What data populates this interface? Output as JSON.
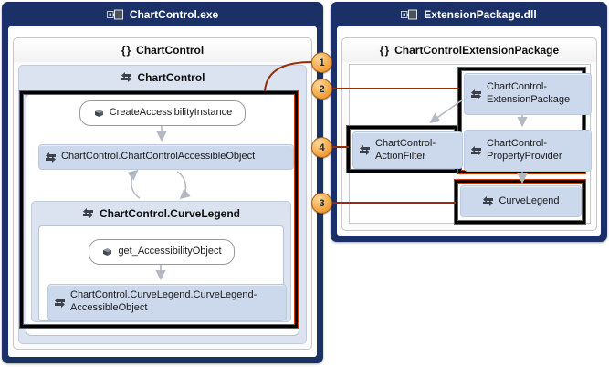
{
  "left_panel": {
    "title": "ChartControl.exe",
    "title_icon": "assembly-icon",
    "namespace": {
      "icon_glyph": "{}",
      "label": "ChartControl"
    },
    "class_group": {
      "label": "ChartControl"
    },
    "members": {
      "create_accessibility_instance": {
        "label": "CreateAccessibilityInstance"
      },
      "chart_control_accessible_object": {
        "label": "ChartControl.ChartControlAccessibleObject"
      },
      "curve_legend_group": {
        "label": "ChartControl.CurveLegend"
      },
      "get_accessibility_object": {
        "label": "get_AccessibilityObject"
      },
      "curve_legend_accessible_object": {
        "label": "ChartControl.CurveLegend.CurveLegend-AccessibleObject"
      }
    }
  },
  "right_panel": {
    "title": "ExtensionPackage.dll",
    "title_icon": "assembly-icon",
    "namespace": {
      "icon_glyph": "{}",
      "label": "ChartControlExtensionPackage"
    },
    "nodes": {
      "extension_package": {
        "label": "ChartControl-ExtensionPackage"
      },
      "property_provider": {
        "label": "ChartControl-PropertyProvider"
      },
      "action_filter": {
        "label": "ChartControl-ActionFilter"
      },
      "curve_legend": {
        "label": "CurveLegend"
      }
    }
  },
  "badges": {
    "b1": "1",
    "b2": "2",
    "b3": "3",
    "b4": "4"
  },
  "colors": {
    "panel_navy": "#1b3066",
    "selection_orange": "#cf3b02",
    "connector_red": "#992b00",
    "node_blue": "#ccd8ec",
    "group_blue": "#dbe3f1",
    "badge_orange": "#ee9a30",
    "arrow_gray": "#b4b8c0"
  }
}
